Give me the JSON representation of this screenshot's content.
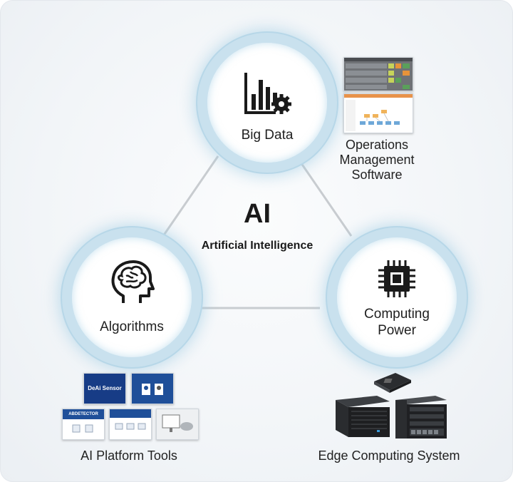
{
  "center": {
    "title": "AI",
    "subtitle": "Artificial Intelligence"
  },
  "nodes": {
    "big_data": {
      "label": "Big Data",
      "icon": "bar-chart-gear-icon"
    },
    "algorithms": {
      "label": "Algorithms",
      "icon": "brain-head-icon"
    },
    "computing_power": {
      "label_line1": "Computing",
      "label_line2": "Power",
      "icon": "cpu-chip-icon"
    }
  },
  "captions": {
    "ops_line1": "Operations",
    "ops_line2": "Management",
    "ops_line3": "Software",
    "platform_tools": "AI Platform Tools",
    "edge_system": "Edge Computing System"
  },
  "thumbnails": {
    "dai_sensor": "DeAi Sensor",
    "abdetector": "ABDETECTOR"
  },
  "colors": {
    "ring": "#c9e1ee",
    "connector": "#c8ccd0",
    "text": "#1f1f1f"
  }
}
